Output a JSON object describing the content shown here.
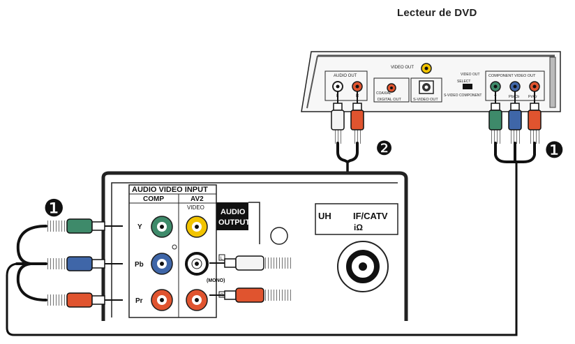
{
  "title": "Lecteur de DVD",
  "step_markers": {
    "left": "❶",
    "middle": "❷",
    "right": "❶"
  },
  "dvd": {
    "video_out": "VIDEO OUT",
    "audio_out": "AUDIO OUT",
    "audio_l": "L",
    "audio_r": "R",
    "digital_label_small": "COAXIAL",
    "digital_out": "DIGITAL OUT",
    "svideo_out": "S-VIDEO OUT",
    "switch_top": "VIDEO OUT",
    "switch_mid": "SELECT",
    "switch_bottom": "S-VIDEO COMPONENT",
    "component_out": "COMPONENT VIDEO OUT",
    "comp_y": "Y",
    "comp_pb": "Pb/Cb",
    "comp_pr": "Pr/Cr"
  },
  "tv": {
    "panel_title": "AUDIO VIDEO INPUT",
    "comp": "COMP",
    "av2": "AV2",
    "video": "VIDEO",
    "audio_output_line1": "AUDIO",
    "audio_output_line2": "OUTPUT",
    "uhf_left": "UH",
    "uhf_right": "IF/CATV",
    "ohm": "iΩ",
    "label_y": "Y",
    "label_pb": "Pb",
    "label_pr": "Pr",
    "label_l": "L",
    "label_mono": "(MONO)",
    "label_r": "R"
  },
  "colors": {
    "green": "#3e8a6a",
    "blue": "#3f66a8",
    "red": "#e0542f",
    "yellow": "#f2c400",
    "white_plug": "#f4f4f4",
    "outline": "#1a1a1a"
  }
}
